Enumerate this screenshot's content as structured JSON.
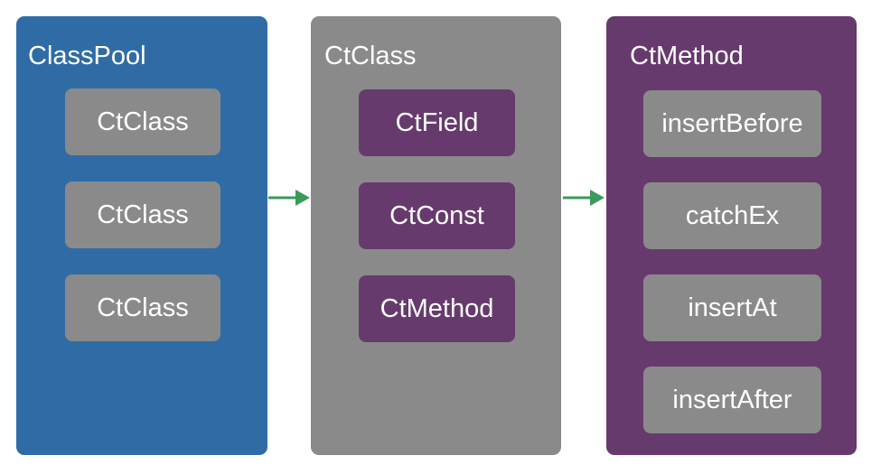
{
  "colors": {
    "classpool_panel": "#2f6ca6",
    "ctclass_panel": "#8a8a8a",
    "ctmethod_panel": "#673a6e",
    "gray_box": "#8a8a8a",
    "purple_box": "#673a6e",
    "arrow": "#3a9a5c",
    "text": "#ffffff"
  },
  "panels": {
    "classpool": {
      "title": "ClassPool",
      "items": [
        "CtClass",
        "CtClass",
        "CtClass"
      ]
    },
    "ctclass": {
      "title": "CtClass",
      "items": [
        "CtField",
        "CtConst",
        "CtMethod"
      ]
    },
    "ctmethod": {
      "title": "CtMethod",
      "items": [
        "insertBefore",
        "catchEx",
        "insertAt",
        "insertAfter"
      ]
    }
  },
  "arrows": [
    {
      "from": "ClassPool",
      "to": "CtClass"
    },
    {
      "from": "CtClass",
      "to": "CtMethod"
    }
  ]
}
